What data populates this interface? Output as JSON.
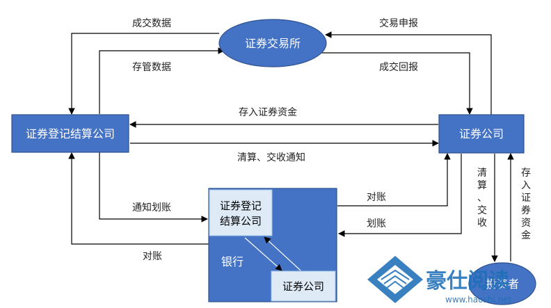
{
  "nodes": {
    "exchange": "证券交易所",
    "clearing": "证券登记结算公司",
    "broker": "证券公司",
    "bank": "银行",
    "bank_clearing_line1": "证券登记",
    "bank_clearing_line2": "结算公司",
    "bank_broker": "证券公司",
    "investor": "投资者"
  },
  "edges": {
    "trade_data": "成交数据",
    "custody_data": "存管数据",
    "trade_report": "交易申报",
    "trade_return": "成交回报",
    "deposit_funds": "存入证券资金",
    "clearing_notice": "清算、交收通知",
    "notify_transfer": "通知划账",
    "reconcile_left": "对账",
    "reconcile_right": "对账",
    "transfer_right": "划账",
    "clearing_settle_vertical": [
      "清",
      "算",
      "、",
      "交",
      "收"
    ],
    "deposit_vertical": [
      "存",
      "入",
      "证",
      "券",
      "资",
      "金"
    ]
  },
  "watermark": {
    "text": "豪仕阅读",
    "url": "www.haoshi.net"
  },
  "colors": {
    "node_fill": "#4472C4",
    "node_stroke": "#2F528F",
    "inner_fill": "#DEEBF7",
    "line": "#000000"
  }
}
